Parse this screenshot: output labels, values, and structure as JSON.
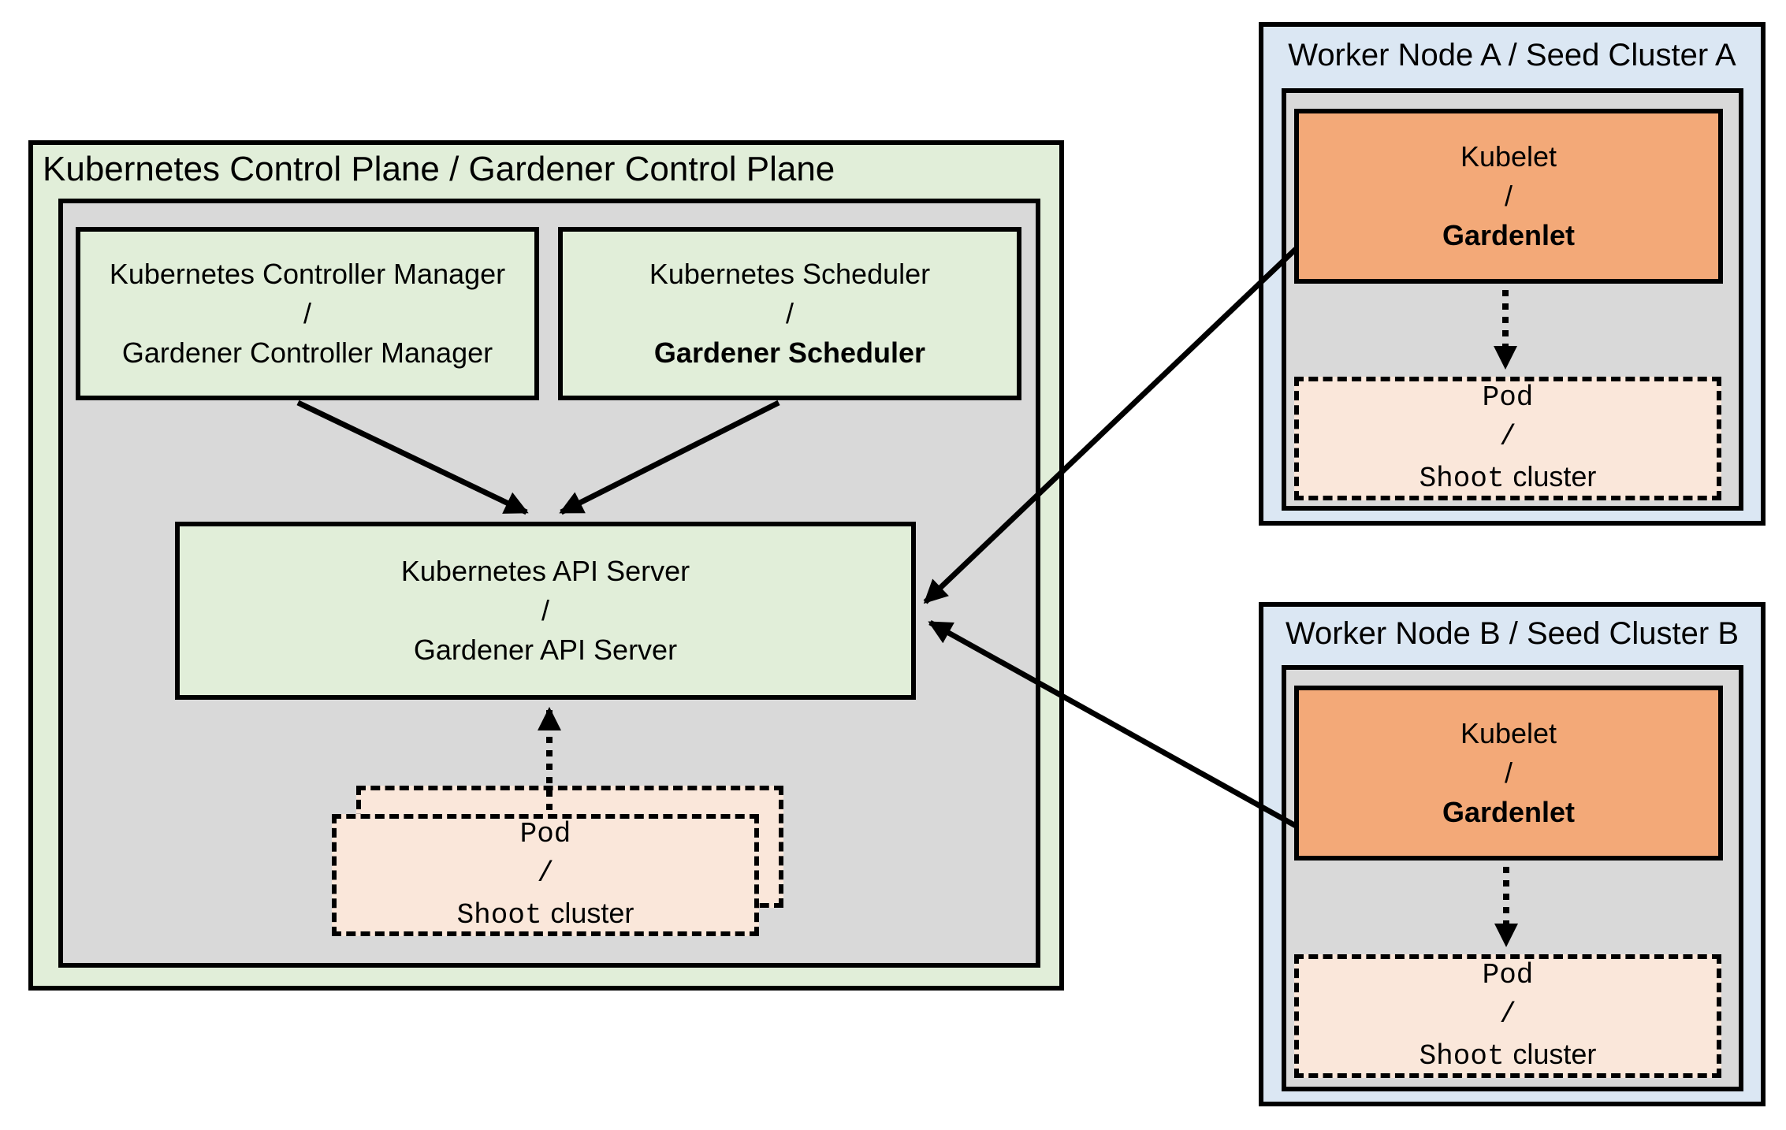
{
  "control_plane": {
    "title": "Kubernetes Control Plane / Gardener Control Plane",
    "controller_manager": {
      "line1": "Kubernetes Controller Manager",
      "separator": "/",
      "line2": "Gardener Controller Manager"
    },
    "scheduler": {
      "line1": "Kubernetes Scheduler",
      "separator": "/",
      "line2": "Gardener Scheduler"
    },
    "api_server": {
      "line1": "Kubernetes API Server",
      "separator": "/",
      "line2": "Gardener API Server"
    },
    "pod_stack": {
      "line1": "Pod",
      "separator": "/",
      "line2_code": "Shoot",
      "line2_plain": "cluster"
    }
  },
  "worker_a": {
    "title": "Worker Node A / Seed Cluster A",
    "kubelet": {
      "line1": "Kubelet",
      "separator": "/",
      "line2": "Gardenlet"
    },
    "pod": {
      "line1": "Pod",
      "separator": "/",
      "line2_code": "Shoot",
      "line2_plain": "cluster"
    }
  },
  "worker_b": {
    "title": "Worker Node B / Seed Cluster B",
    "kubelet": {
      "line1": "Kubelet",
      "separator": "/",
      "line2": "Gardenlet"
    },
    "pod": {
      "line1": "Pod",
      "separator": "/",
      "line2_code": "Shoot",
      "line2_plain": "cluster"
    }
  },
  "colors": {
    "green_fill": "#e1eed9",
    "gray_fill": "#d9d9d9",
    "blue_fill": "#dbe7f3",
    "orange_fill": "#f3a978",
    "peach_fill": "#fae7da",
    "line_color": "#000000",
    "text_color": "#000000"
  }
}
